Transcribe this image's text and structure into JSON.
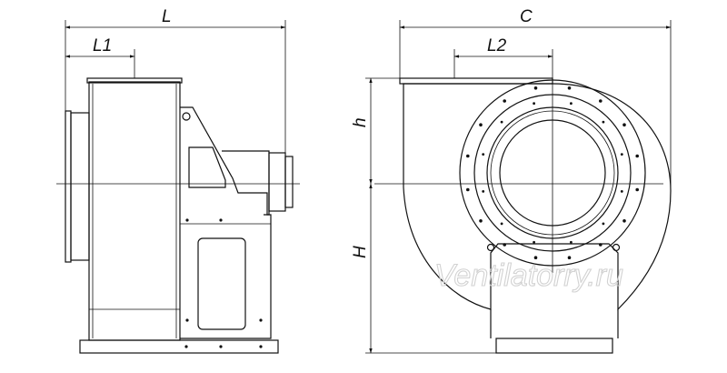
{
  "labels": {
    "L": "L",
    "L1": "L1",
    "C": "C",
    "L2": "L2",
    "h": "h",
    "H": "H"
  },
  "watermark": "Ventilatorry.ru"
}
